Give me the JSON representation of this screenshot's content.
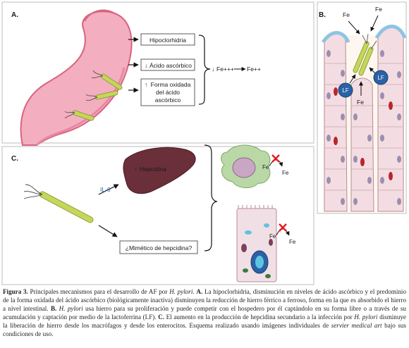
{
  "panel_a": {
    "label": "A.",
    "boxes": {
      "hipoclorhidria": "Hipoclorhidria",
      "acido_ascorbico": "Ácido ascórbico",
      "forma_oxidada_l1": "Forma oxidada",
      "forma_oxidada_l2": "del ácido",
      "forma_oxidada_l3": "ascórbico"
    },
    "arrow_down_symbol": "↓",
    "arrow_up_symbol": "↑",
    "result_from": "Fe+++",
    "result_to": "Fe++",
    "result_down_symbol": "↓"
  },
  "panel_b": {
    "label": "B.",
    "fe_top_1": "Fe",
    "fe_top_2": "Fe",
    "fe_bottom": "Fe",
    "lf_left": "LF",
    "lf_right": "LF"
  },
  "panel_c": {
    "label": "C.",
    "il6": "IL-6",
    "hepcidina_symbol": "↑",
    "hepcidina": "Hepcidina",
    "mimetico": "¿Mimético de hepcidina?",
    "fe_macrophage": "Fe",
    "fe_macrophage_out": "Fe",
    "fe_enterocyte": "Fe",
    "fe_enterocyte_out": "Fe"
  },
  "caption": {
    "figure_label": "Figura 3.",
    "intro": "Principales mecanismos para el desarrollo de AF por",
    "species": "H. pylori.",
    "a_label": "A.",
    "a_text": "La hipoclorhidria, disminución en niveles de ácido ascórbico y el predominio de la forma oxidada del ácido ascórbico (biológicamente inactiva) disminuyen la reducción de hierro férrico a ferroso, forma en la que es absorbido el hierro a nivel intestinal.",
    "b_label": "B.",
    "b_species": "H. pylori",
    "b_text": "usa hierro para su proliferación y puede competir con el hospedero por él captándolo en su forma libre o a través de su acumulación y captación por medio de la lactoferrina (LF).",
    "c_label": "C.",
    "c_text": "El aumento en la producción de hepcidina secundario a la infección por",
    "c_species": "H. pylori",
    "c_text2": "disminuye la liberación de hierro desde los macrófagos y desde los enterocitos. Esquema realizado usando imágenes individuales de",
    "servier": "servier medical art",
    "ending": "bajo sus condiciones de uso."
  },
  "colors": {
    "stomach": "#f3aec0",
    "stomach_outline": "#d9637f",
    "bacterium": "#c7d65a",
    "liver": "#6b2f3a",
    "lactoferrin": "#2b62a6",
    "villus_cell": "#f4dde2",
    "nucleus": "#9b8fb0",
    "macrophage": "#b9d8a6",
    "enterocyte": "#f1dfe6",
    "block_x": "#e21b22"
  }
}
